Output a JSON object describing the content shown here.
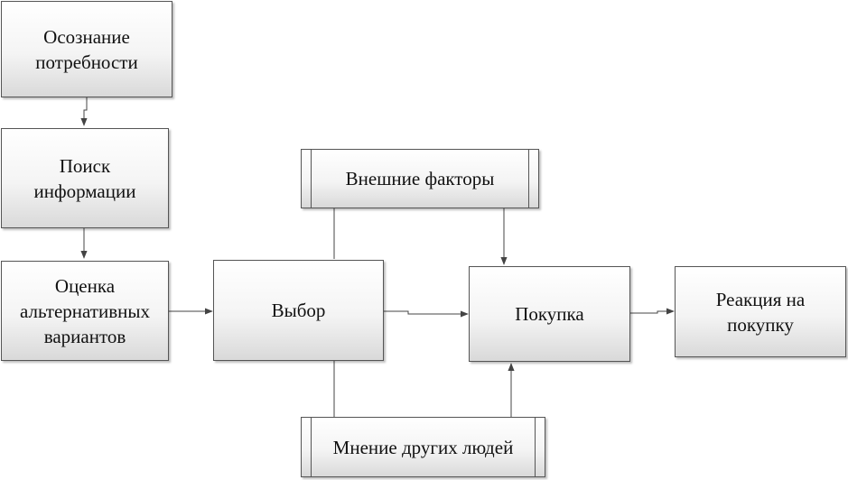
{
  "nodes": {
    "need": "Осознание\nпотребности",
    "search": "Поиск\nинформации",
    "evaluate": "Оценка\nальтернативных\nвариантов",
    "choice": "Выбор",
    "purchase": "Покупка",
    "reaction": "Реакция на\nпокупку",
    "external": "Внешние факторы",
    "opinion": "Мнение других людей"
  }
}
